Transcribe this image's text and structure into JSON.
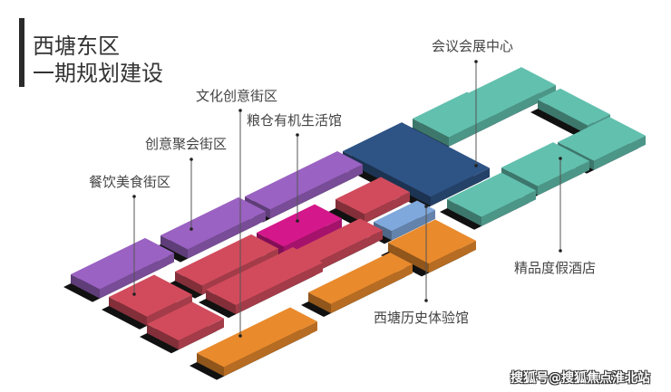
{
  "title": {
    "line1": "西塘东区",
    "line2": "一期规划建设"
  },
  "labels": {
    "convention": "会议会展中心",
    "culture": "文化创意街区",
    "granary": "粮仓有机生活馆",
    "gathering": "创意聚会街区",
    "food": "餐饮美食街区",
    "hotel": "精品度假酒店",
    "history": "西塘历史体验馆"
  },
  "colors": {
    "purple": "#9a62c2",
    "red": "#d14b5c",
    "magenta": "#d4178a",
    "navy": "#2e5385",
    "teal": "#62c0ae",
    "lightblue": "#7fa8dc",
    "orange": "#e98a2c"
  },
  "watermark": "搜狐号@搜狐焦点淮北站"
}
